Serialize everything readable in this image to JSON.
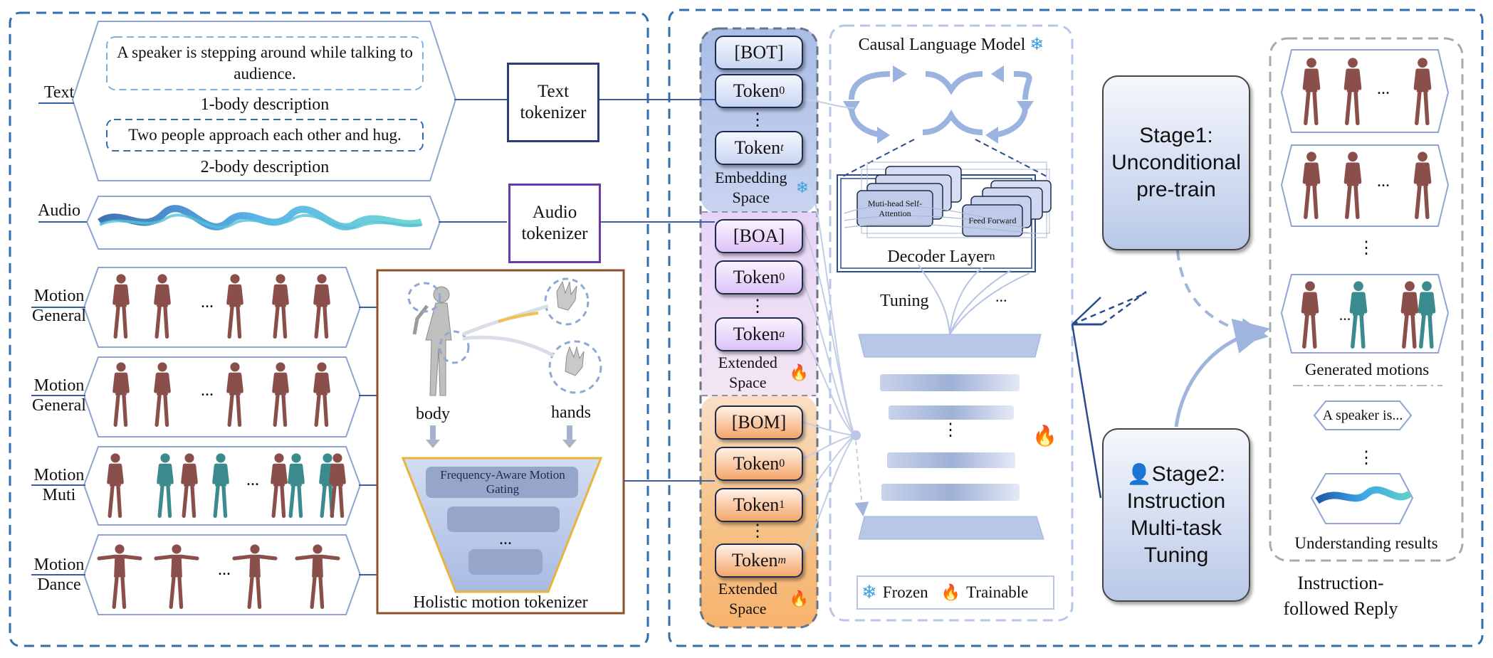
{
  "inputs": {
    "text": {
      "label": "Text",
      "sentence1": "A speaker is stepping around while talking to audience.",
      "caption1": "1-body description",
      "sentence2": "Two people approach each other and hug.",
      "caption2": "2-body description"
    },
    "audio": {
      "label": "Audio"
    },
    "motion_rows": [
      {
        "label": "Motion General"
      },
      {
        "label": "Motion General"
      },
      {
        "label": "Motion Muti"
      },
      {
        "label": "Motion Dance"
      }
    ]
  },
  "tokenizers": {
    "text": "Text tokenizer",
    "audio": "Audio tokenizer",
    "motion": {
      "title": "Holistic motion tokenizer",
      "body": "body",
      "hands": "hands",
      "gating": "Frequency-Aware Motion Gating",
      "ellipsis": "..."
    }
  },
  "embedding": {
    "text_tokens": [
      "[BOT]",
      "Token",
      "⋮",
      "Token"
    ],
    "text_subs": [
      "",
      "0",
      "",
      "t"
    ],
    "text_space": "Embedding Space",
    "audio_tokens": [
      "[BOA]",
      "Token",
      "⋮",
      "Token"
    ],
    "audio_subs": [
      "",
      "0",
      "",
      "a"
    ],
    "audio_space": "Extended Space",
    "motion_tokens": [
      "[BOM]",
      "Token",
      "Token",
      "⋮",
      "Token"
    ],
    "motion_subs": [
      "",
      "0",
      "1",
      "",
      "m"
    ],
    "motion_space": "Extended Space"
  },
  "llm": {
    "title": "Causal Language Model",
    "attention": "Muti-head Self-Attention",
    "feed_forward": "Feed Forward",
    "decoder_layer": "Decoder Layer",
    "decoder_sub": "n",
    "tuning": "Tuning",
    "dots": "...",
    "vdots": "⋮",
    "legend_frozen": "Frozen",
    "legend_trainable": "Trainable"
  },
  "stages": {
    "stage1": "Stage1: Unconditional pre-train",
    "stage2": "Stage2: Instruction Multi-task Tuning"
  },
  "outputs": {
    "generated": "Generated motions",
    "speaker": "A speaker is...",
    "understanding": "Understanding results",
    "reply": "Instruction-followed Reply",
    "dots": "...",
    "vdots": "⋮"
  },
  "colors": {
    "dashed_border": "#2f6fb0",
    "text_token": "#c9d6f2",
    "audio_token": "#dcc3f6",
    "motion_token": "#f5a56c",
    "motion_figure": "#8a4f4a",
    "motion_figure_b": "#3a8a8e",
    "audio_wave": "#2b7fd0"
  }
}
